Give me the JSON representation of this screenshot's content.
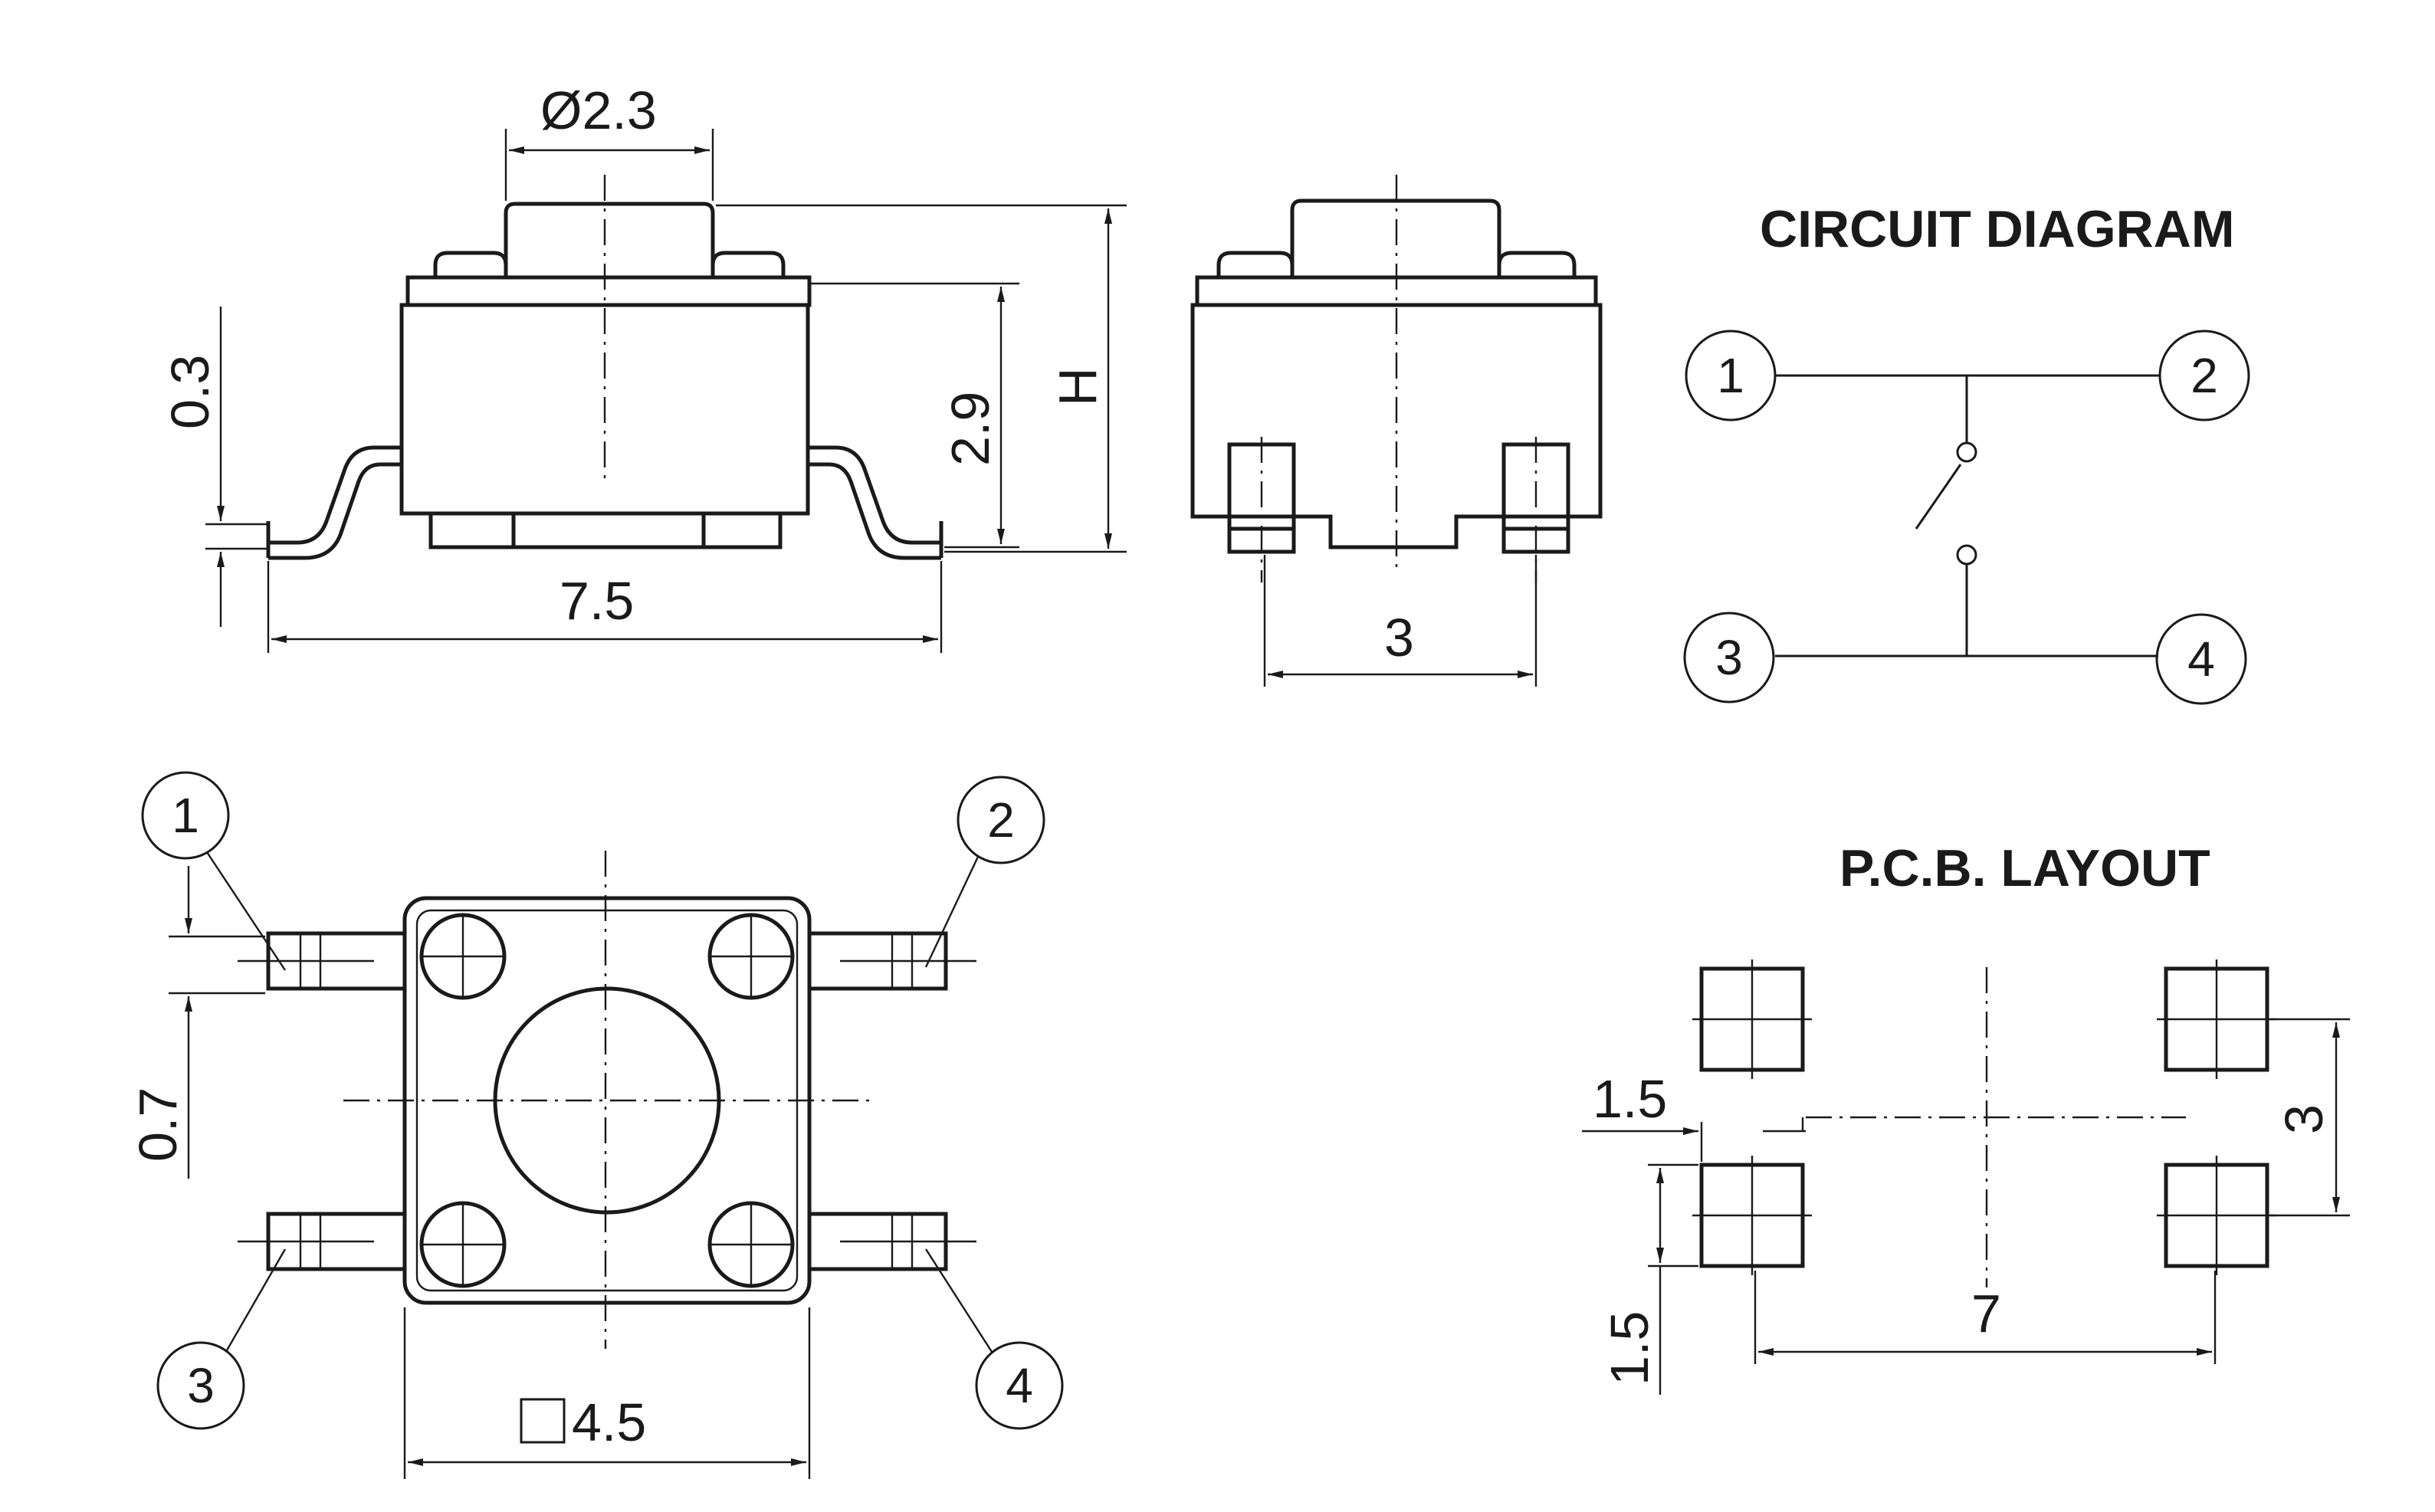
{
  "titles": {
    "circuit": "CIRCUIT DIAGRAM",
    "pcb": "P.C.B. LAYOUT"
  },
  "dimensions": {
    "plunger_dia": "Ø2.3",
    "lead_thickness": "0.3",
    "body_height": "2.9",
    "total_height": "H",
    "lead_span": "7.5",
    "side_pin_pitch": "3",
    "lead_width": "0.7",
    "body_square": "4.5",
    "pcb_pad_width": "1.5",
    "pcb_pad_height": "1.5",
    "pcb_row_pitch": "3",
    "pcb_span": "7"
  },
  "pins": {
    "top_view": [
      "1",
      "2",
      "3",
      "4"
    ],
    "circuit": [
      "1",
      "2",
      "3",
      "4"
    ]
  },
  "colors": {
    "line": "#1a1a1a",
    "background": "#ffffff"
  }
}
